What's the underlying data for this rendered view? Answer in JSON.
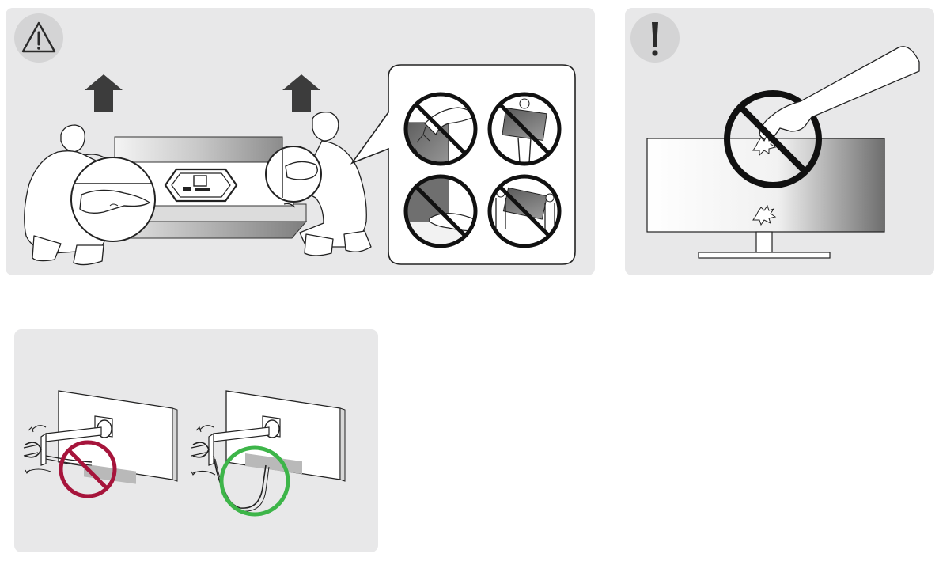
{
  "page": {
    "background": "#ffffff",
    "panel_fill": "#e8e8e9"
  },
  "panels": [
    {
      "id": "lift",
      "badge_icon": "warning-triangle-icon",
      "arrows": [
        "up-arrow-icon",
        "up-arrow-icon"
      ],
      "callout_cells": [
        {
          "icon": "do-not-grip-screen-icon",
          "prohibited": true
        },
        {
          "icon": "do-not-carry-alone-icon",
          "prohibited": true
        },
        {
          "icon": "do-not-touch-screen-icon",
          "prohibited": true
        },
        {
          "icon": "carry-with-two-people-icon",
          "prohibited": true
        }
      ]
    },
    {
      "id": "screen",
      "badge_icon": "exclamation-icon",
      "main_icon": "do-not-press-screen-icon",
      "prohibited": true
    },
    {
      "id": "cable",
      "badge_icon": "",
      "items": [
        {
          "icon": "cable-too-tight-icon",
          "status": "wrong",
          "ring_color": "#a6143b"
        },
        {
          "icon": "cable-slack-ok-icon",
          "status": "correct",
          "ring_color": "#3db549"
        }
      ]
    }
  ],
  "colors": {
    "prohibit": "#111111",
    "wrong": "#a6143b",
    "correct": "#3db549",
    "arrow": "#3c3c3c",
    "line": "#222222"
  }
}
